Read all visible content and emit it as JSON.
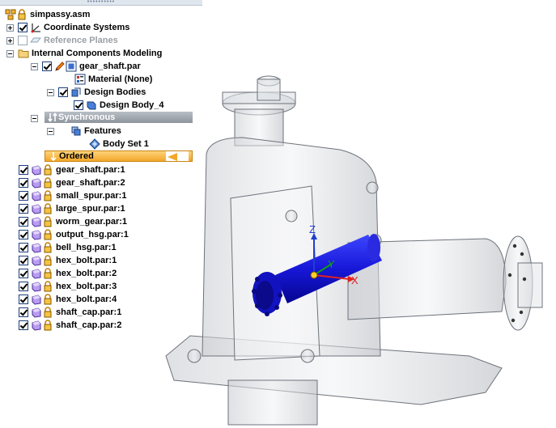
{
  "tree": {
    "root": "simpassy.asm",
    "coordinate_systems": "Coordinate Systems",
    "reference_planes": "Reference Planes",
    "icm": "Internal Components Modeling",
    "gear_shaft_par": "gear_shaft.par",
    "material": "Material (None)",
    "design_bodies": "Design Bodies",
    "design_body_4": "Design Body_4",
    "synchronous": "Synchronous",
    "features": "Features",
    "body_set_1": "Body Set 1",
    "ordered": "Ordered",
    "parts": [
      "gear_shaft.par:1",
      "gear_shaft.par:2",
      "small_spur.par:1",
      "large_spur.par:1",
      "worm_gear.par:1",
      "output_hsg.par:1",
      "bell_hsg.par:1",
      "hex_bolt.par:1",
      "hex_bolt.par:2",
      "hex_bolt.par:3",
      "hex_bolt.par:4",
      "shaft_cap.par:1",
      "shaft_cap.par:2"
    ]
  },
  "triad": {
    "x": "X",
    "y": "Y",
    "z": "Z"
  },
  "colors": {
    "accent_ordered": "#f3a72a",
    "synchronous_band": "#8d949d",
    "model_blue": "#1010c8",
    "axis_x": "#e02020",
    "axis_y": "#10a010",
    "axis_z": "#1f3fd0"
  }
}
